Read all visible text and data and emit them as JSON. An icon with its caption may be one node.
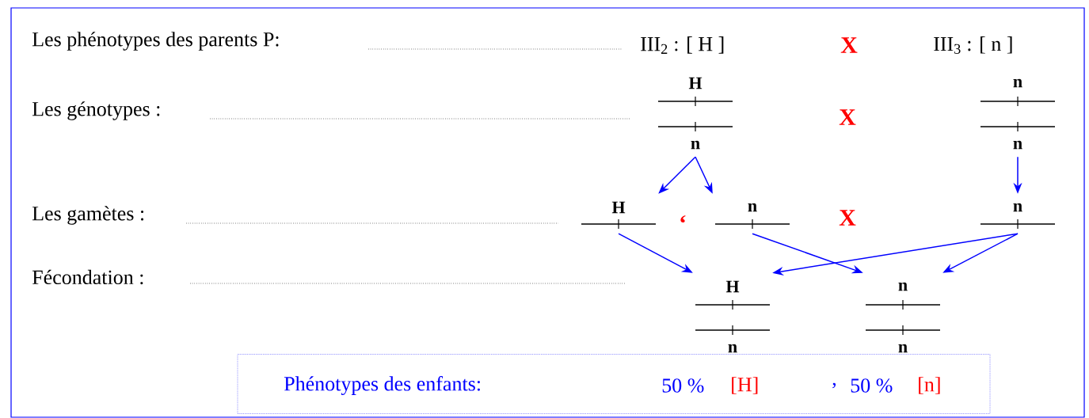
{
  "diagram": {
    "nodes": [
      {
        "text": [
          "H",
          "n"
        ]
      },
      {
        "text": [
          "n",
          "n"
        ]
      },
      {
        "text": [
          "H"
        ]
      },
      {
        "text": [
          "n"
        ]
      },
      {
        "text": [
          "n"
        ]
      },
      {
        "text": [
          "H",
          "n"
        ]
      },
      {
        "text": [
          "n",
          "n"
        ]
      },
      {
        "text": [
          "Phénotypes des enfants:",
          "50 %",
          "[H]",
          ",",
          "50 %",
          "[n]"
        ]
      }
    ],
    "edges": [
      {
        "from": 0,
        "to": 2,
        "arrow": "to"
      },
      {
        "from": 0,
        "to": 3,
        "arrow": "to"
      },
      {
        "from": 1,
        "to": 4,
        "arrow": "to"
      },
      {
        "from": 2,
        "to": 5,
        "arrow": "to"
      },
      {
        "from": 3,
        "to": 6,
        "arrow": "to"
      },
      {
        "from": 4,
        "to": 5,
        "arrow": "to"
      },
      {
        "from": 4,
        "to": 6,
        "arrow": "to"
      }
    ],
    "labels": [
      "Les phénotypes des parents P:",
      "III$_{2}$ : [ H ]",
      "X",
      "III$_{3}$ : [ n ]",
      "Les génotypes :",
      "X",
      "Les gamètes :",
      "‘",
      "X",
      "Fécondation :"
    ]
  }
}
